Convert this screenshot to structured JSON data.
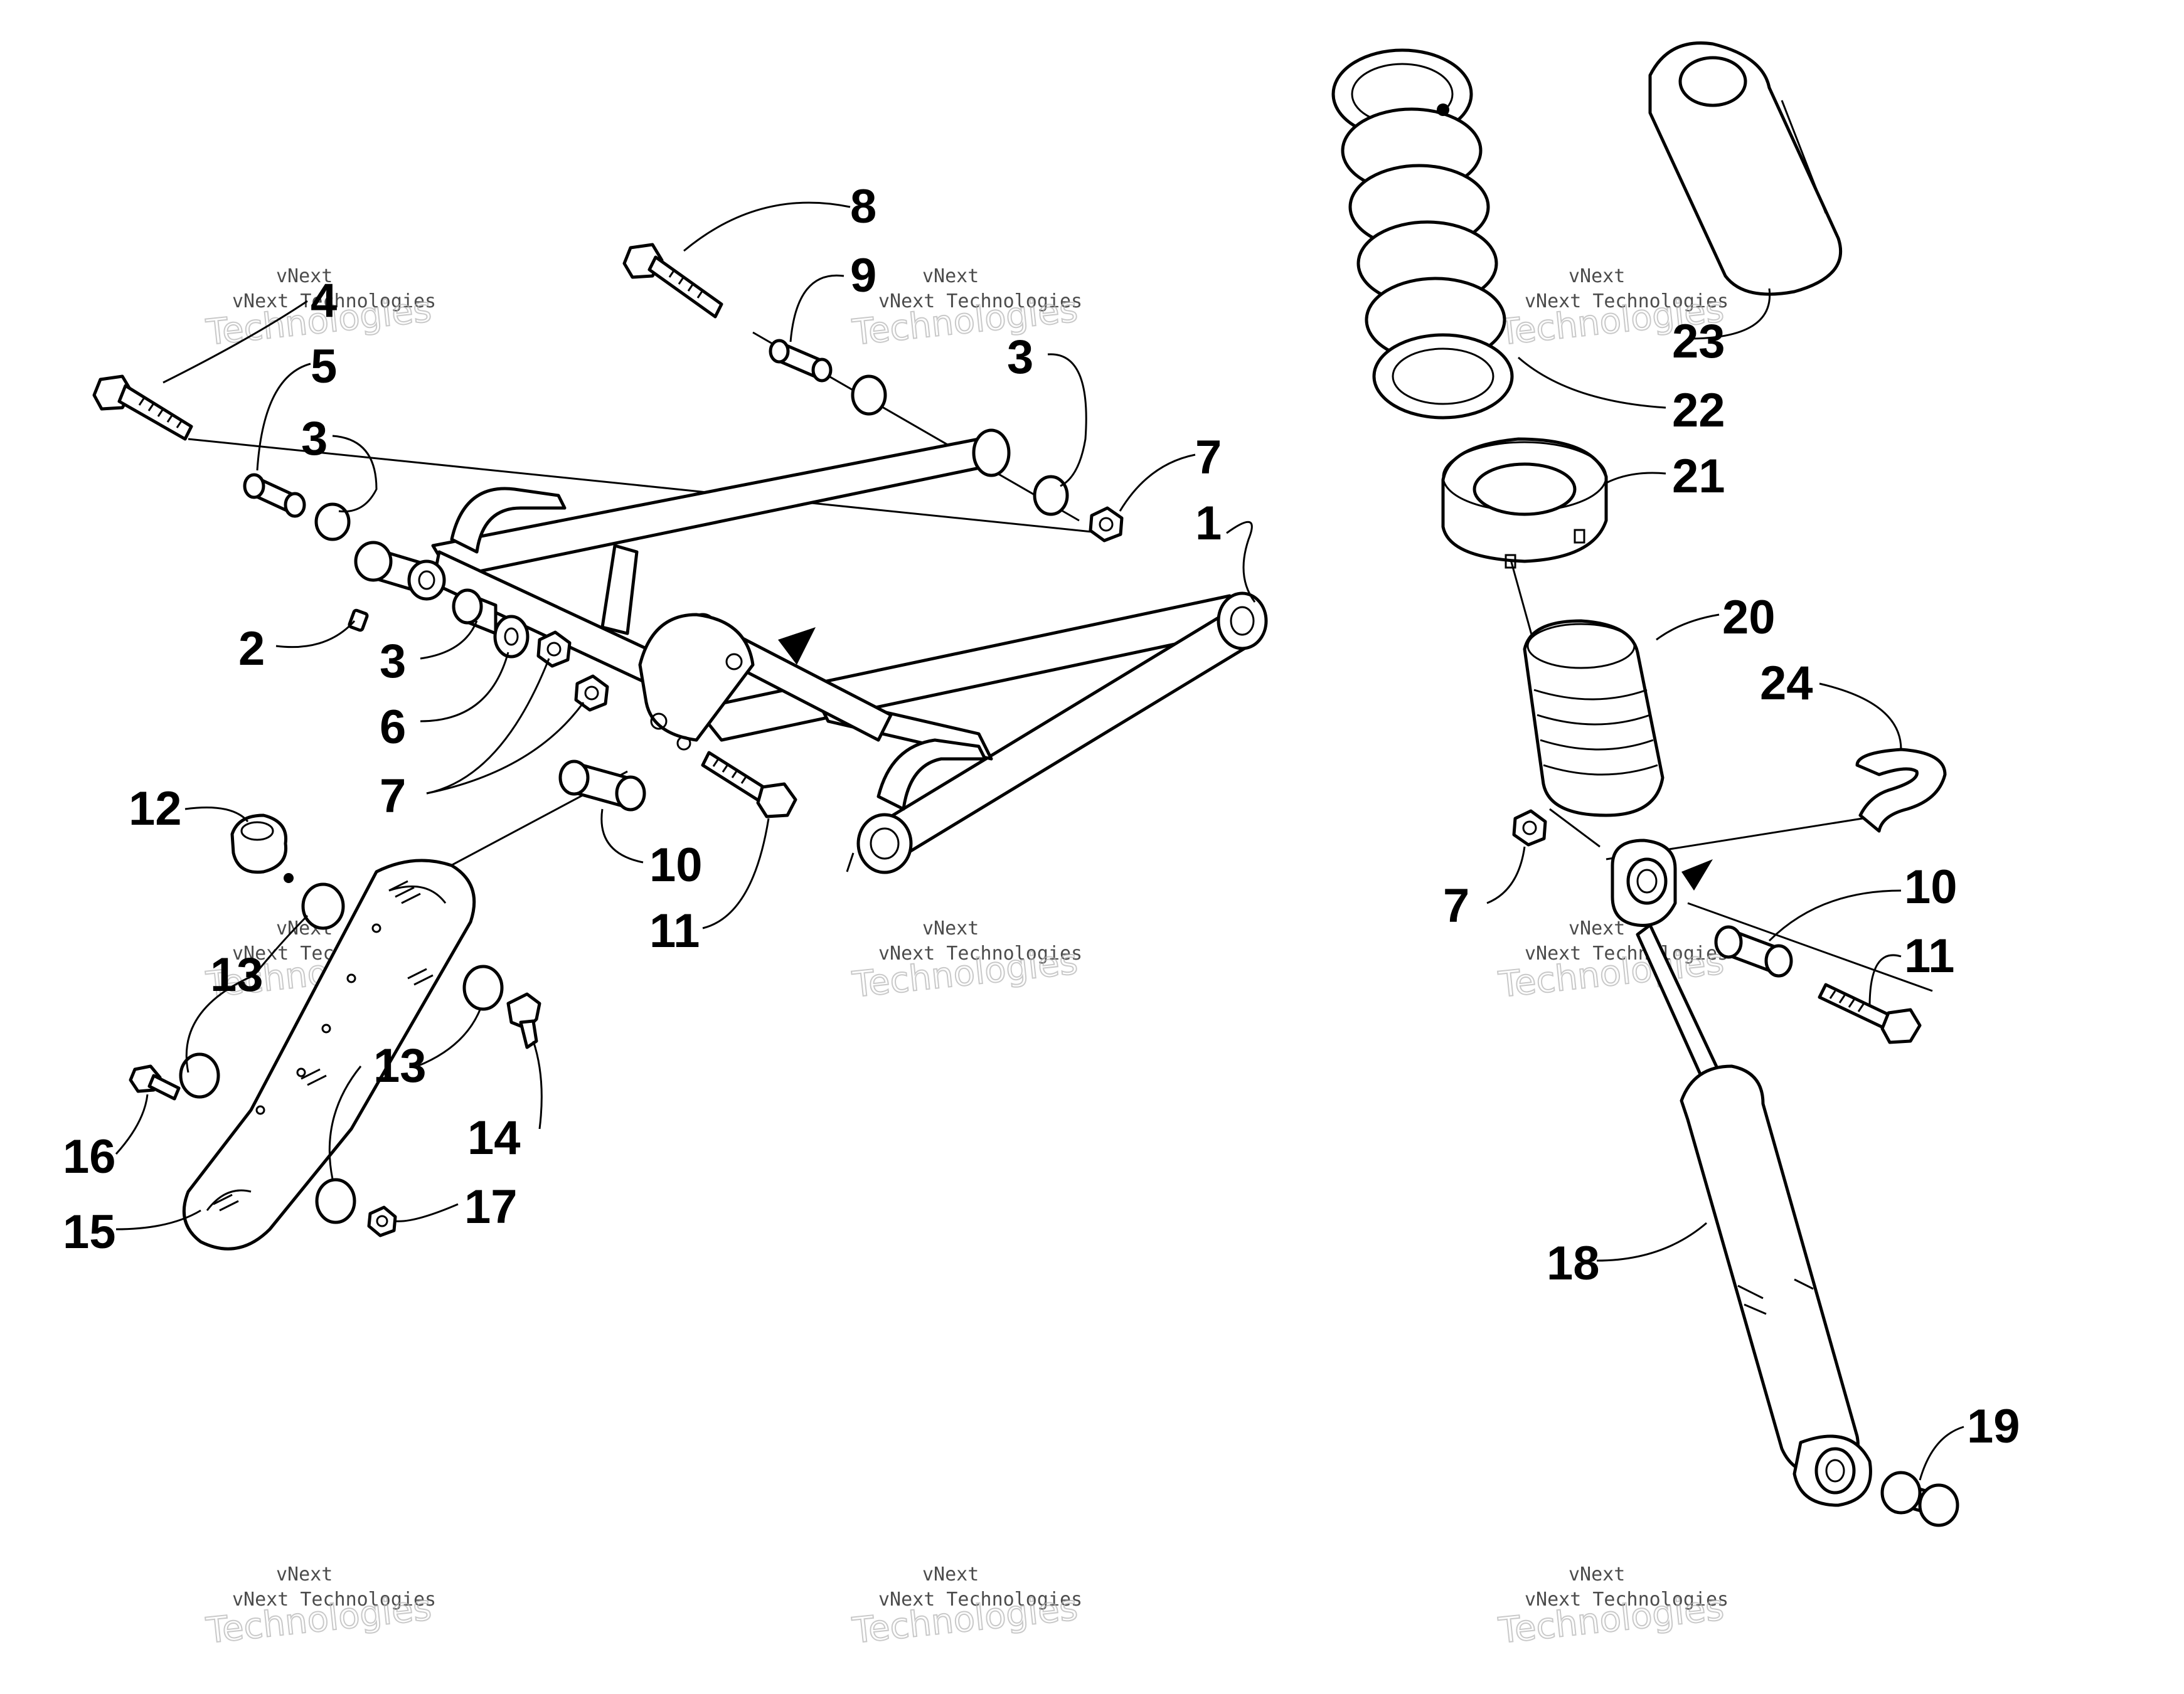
{
  "diagram": {
    "callouts": [
      {
        "id": "c1",
        "text": "1"
      },
      {
        "id": "c2",
        "text": "2"
      },
      {
        "id": "c3a",
        "text": "3"
      },
      {
        "id": "c3b",
        "text": "3"
      },
      {
        "id": "c3c",
        "text": "3"
      },
      {
        "id": "c4",
        "text": "4"
      },
      {
        "id": "c5",
        "text": "5"
      },
      {
        "id": "c6",
        "text": "6"
      },
      {
        "id": "c7a",
        "text": "7"
      },
      {
        "id": "c7b",
        "text": "7"
      },
      {
        "id": "c7c",
        "text": "7"
      },
      {
        "id": "c8",
        "text": "8"
      },
      {
        "id": "c9",
        "text": "9"
      },
      {
        "id": "c10a",
        "text": "10"
      },
      {
        "id": "c10b",
        "text": "10"
      },
      {
        "id": "c11a",
        "text": "11"
      },
      {
        "id": "c11b",
        "text": "11"
      },
      {
        "id": "c12",
        "text": "12"
      },
      {
        "id": "c13a",
        "text": "13"
      },
      {
        "id": "c13b",
        "text": "13"
      },
      {
        "id": "c14",
        "text": "14"
      },
      {
        "id": "c15",
        "text": "15"
      },
      {
        "id": "c16",
        "text": "16"
      },
      {
        "id": "c17",
        "text": "17"
      },
      {
        "id": "c18",
        "text": "18"
      },
      {
        "id": "c19",
        "text": "19"
      },
      {
        "id": "c20",
        "text": "20"
      },
      {
        "id": "c21",
        "text": "21"
      },
      {
        "id": "c22",
        "text": "22"
      },
      {
        "id": "c23",
        "text": "23"
      },
      {
        "id": "c24",
        "text": "24"
      }
    ],
    "watermark": {
      "line1": "vNext",
      "line2": "vNext Technologies",
      "line3": "Technologies"
    }
  }
}
